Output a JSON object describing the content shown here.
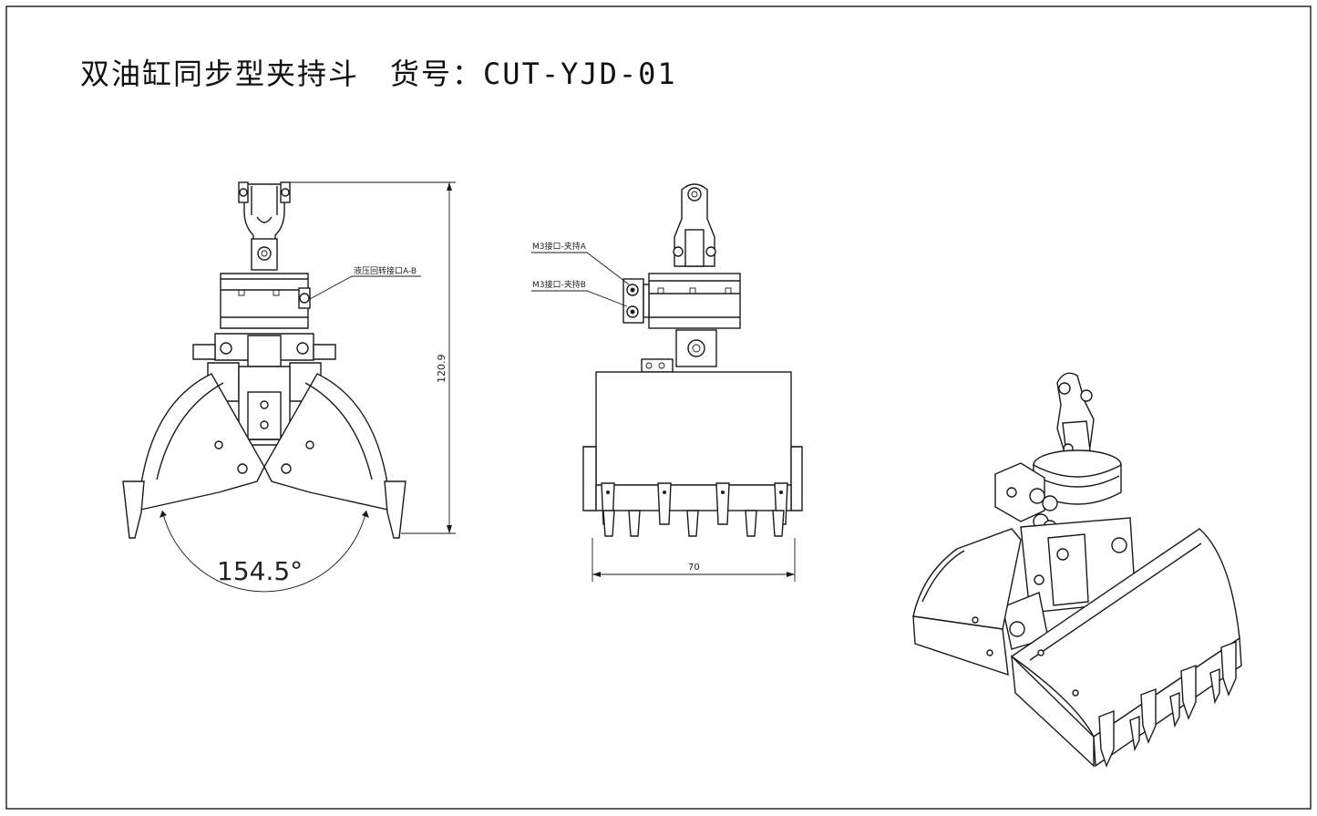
{
  "title": {
    "product_name": "双油缸同步型夹持斗",
    "part_label": "货号：",
    "part_number": "CUT-YJD-01"
  },
  "front_view": {
    "annotation_port": "液压回转接口A-B",
    "height_dimension": "120.9",
    "open_angle": "154.5°"
  },
  "side_view": {
    "annotation_port_a": "M3接口-夹持A",
    "annotation_port_b": "M3接口-夹持B",
    "width_dimension": "70"
  },
  "iso_view": {}
}
